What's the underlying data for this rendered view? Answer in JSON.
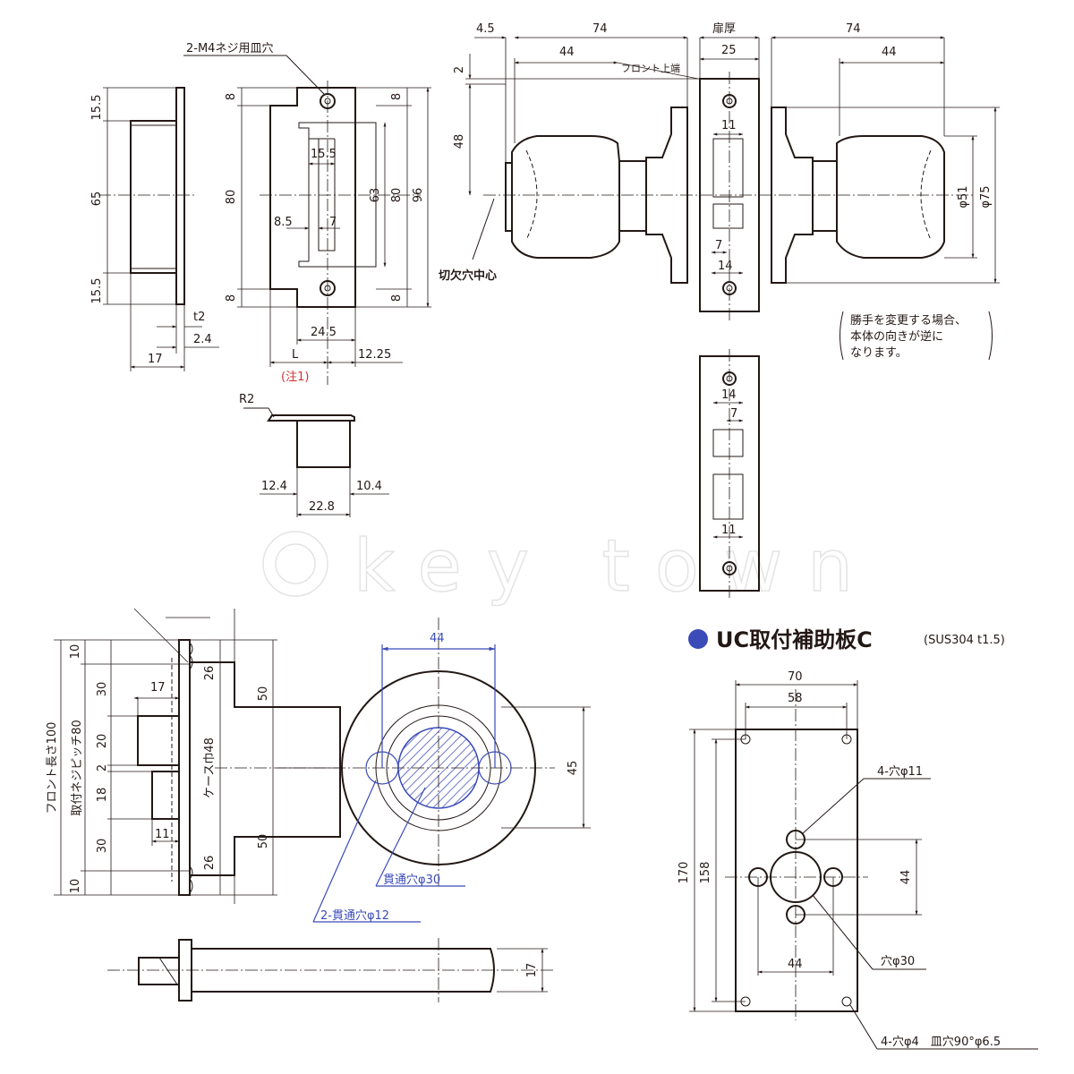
{
  "strike": {
    "dims": {
      "d15_5a": "15.5",
      "d65": "65",
      "d15_5b": "15.5",
      "t2": "t2",
      "d2_4": "2.4",
      "d17": "17",
      "hole": "2-M4ネジ用皿穴",
      "d8a": "8",
      "d80a": "80",
      "d8b": "8",
      "d15_5": "15.5",
      "d8_5": "8.5",
      "d7": "7",
      "d63": "63",
      "d80b": "80",
      "d96": "96",
      "d8c": "8",
      "d8d": "8",
      "d24_5": "24.5",
      "L": "L",
      "d12_25": "12.25",
      "note1": "(注1)",
      "R2": "R2",
      "d12_4": "12.4",
      "d10_4": "10.4",
      "d22_8": "22.8"
    }
  },
  "knob": {
    "dims": {
      "d4_5": "4.5",
      "d74a": "74",
      "door": "扉厚",
      "d74b": "74",
      "d44a": "44",
      "d25": "25",
      "d44b": "44",
      "front_top": "フロント上端",
      "d2": "2",
      "d48": "48",
      "d11a": "11",
      "d7a": "7",
      "d14a": "14",
      "phi51": "φ51",
      "phi75": "φ75",
      "cut_center": "切欠穴中心",
      "note_l1": "勝手を変更する場合、",
      "note_l2": "本体の向きが逆に",
      "note_l3": "なります。",
      "d14b": "14",
      "d7b": "7",
      "d11b": "11"
    }
  },
  "watermark": "key town",
  "case": {
    "dims": {
      "d10a": "10",
      "d30a": "30",
      "d20": "20",
      "d2": "2",
      "d18": "18",
      "d30b": "30",
      "d10b": "10",
      "front_len": "フロント長さ100",
      "pitch": "取付ネジピッチ80",
      "d17": "17",
      "d11": "11",
      "d26a": "26",
      "d26b": "26",
      "case_w": "ケース巾48",
      "d50a": "50",
      "d50b": "50",
      "d44": "44",
      "d45": "45",
      "thru30": "貫通穴φ30",
      "thru12": "2-貫通穴φ12",
      "d17b": "17"
    }
  },
  "plate": {
    "title": "UC取付補助板C",
    "spec": "(SUS304  t1.5)",
    "dims": {
      "d70": "70",
      "d58": "58",
      "d170": "170",
      "d158": "158",
      "d44a": "44",
      "d44b": "44",
      "h11": "4-穴φ11",
      "h30": "穴φ30",
      "h4": "4-穴φ4　皿穴90°φ6.5"
    }
  },
  "colors": {
    "line": "#231815",
    "accent": "#3b4bb8",
    "note": "#d03030"
  }
}
